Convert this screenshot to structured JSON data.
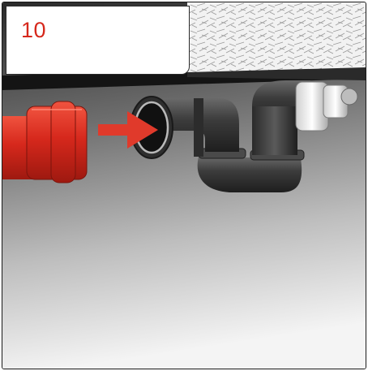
{
  "step": {
    "number": "10"
  },
  "colors": {
    "frame": "#1a1a1a",
    "step_number": "#d6281c",
    "red_pipe": "#d6281c",
    "arrow": "#e03a2b",
    "trap": "#3a3a3a",
    "background_top": "#2e2e2e",
    "background_bottom": "#f2f2f2"
  },
  "icons": {
    "red-drain-pipe": "pipe",
    "insert-arrow": "arrow-right",
    "sink-trap": "p-trap",
    "insulation": "texture"
  }
}
